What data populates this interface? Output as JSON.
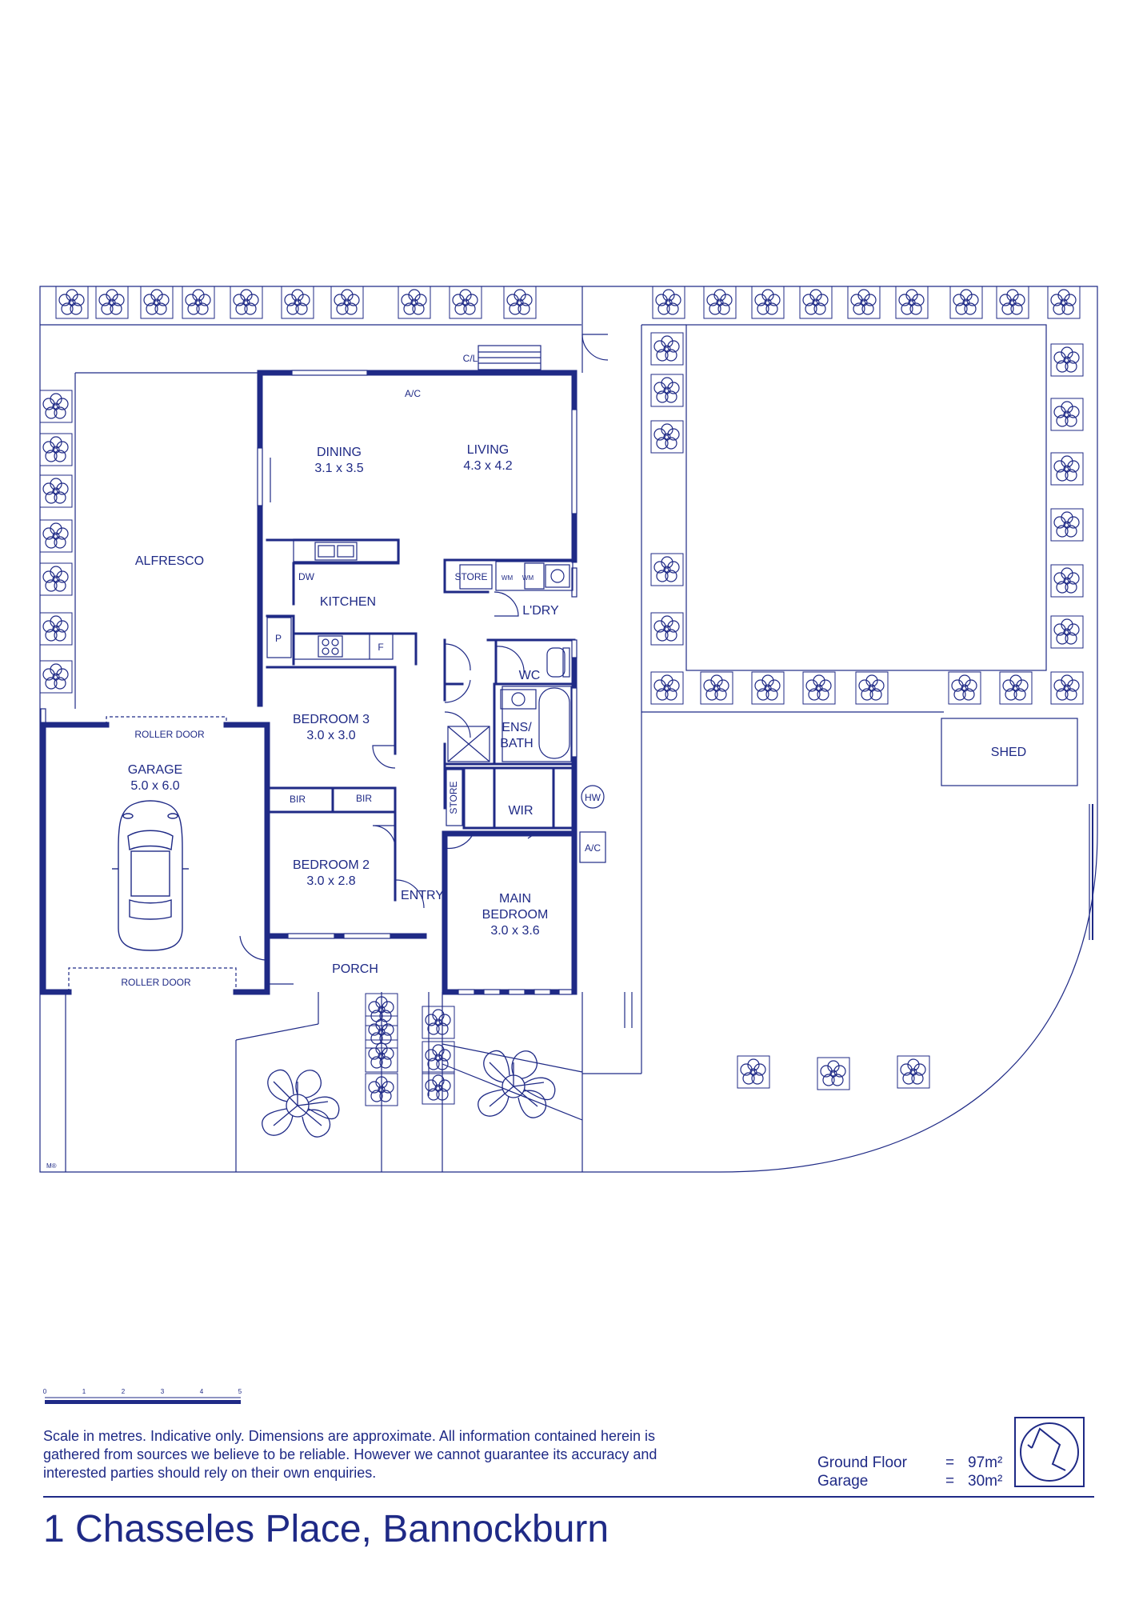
{
  "rooms": {
    "dining": {
      "name": "DINING",
      "dims": "3.1 x 3.5"
    },
    "living": {
      "name": "LIVING",
      "dims": "4.3 x 4.2"
    },
    "alfresco": {
      "name": "ALFRESCO"
    },
    "kitchen": {
      "name": "KITCHEN"
    },
    "garage": {
      "name": "GARAGE",
      "dims": "5.0 x 6.0"
    },
    "bedroom3": {
      "name": "BEDROOM 3",
      "dims": "3.0 x 3.0"
    },
    "bedroom2": {
      "name": "BEDROOM 2",
      "dims": "3.0 x 2.8"
    },
    "main_bedroom": {
      "name_line1": "MAIN",
      "name_line2": "BEDROOM",
      "dims": "3.0 x 3.6"
    },
    "entry": {
      "name": "ENTRY"
    },
    "porch": {
      "name": "PORCH"
    },
    "laundry": {
      "name": "L'DRY"
    },
    "wc": {
      "name": "WC"
    },
    "ensuite": {
      "name_line1": "ENS/",
      "name_line2": "BATH"
    },
    "wir": {
      "name": "WIR"
    },
    "shed": {
      "name": "SHED"
    }
  },
  "fixtures": {
    "cl": "C/L",
    "ac": "A/C",
    "dw": "DW",
    "pantry": "P",
    "fridge": "F",
    "store": "STORE",
    "wm": "WM",
    "bir": "BIR",
    "hw": "HW",
    "roller_door": "ROLLER DOOR",
    "mark": "M®"
  },
  "scale": {
    "ticks": [
      "0",
      "1",
      "2",
      "3",
      "4",
      "5"
    ],
    "unit_note": "Scale in metres."
  },
  "disclaimer": "Scale in metres. Indicative only. Dimensions are approximate. All information contained herein is gathered from sources we believe to be reliable. However we cannot guarantee its accuracy and interested parties should rely on their own enquiries.",
  "areas": [
    {
      "label": "Ground Floor",
      "eq": "=",
      "value": "97m²"
    },
    {
      "label": "Garage",
      "eq": "=",
      "value": "30m²"
    }
  ],
  "address": "1 Chasseles Place, Bannockburn",
  "colors": {
    "ink": "#1f2a86",
    "background": "#ffffff"
  },
  "icons": [
    "north-compass-icon",
    "car-icon",
    "tree-icon",
    "shrub-icon"
  ]
}
